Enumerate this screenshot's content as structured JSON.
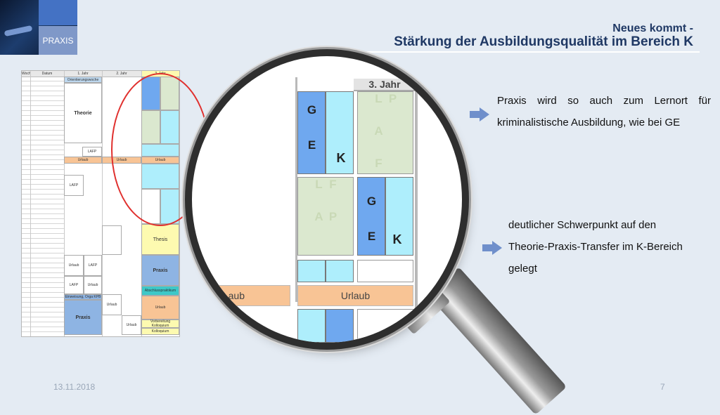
{
  "header": {
    "badge": "PRAXIS",
    "title_line1": "Neues kommt -",
    "title_line2": "Stärkung der Ausbildungsqualität im Bereich K"
  },
  "schedule": {
    "columns": [
      "Woche",
      "Datum",
      "1. Jahr",
      "2. Jahr",
      "3. Jahr"
    ],
    "labels": {
      "theorie": "Theorie",
      "orientierung": "Orientierungswoche",
      "urlaub": "Urlaub",
      "lafp": "LAFP",
      "thesis": "Thesis",
      "praxis": "Praxis",
      "abschluss": "Abschlusspraktikum",
      "einweisung": "Einweisung, Orga KPB",
      "vorbereitung": "Vorbereitung Kolloquium",
      "kolloquium": "Kolloquium"
    }
  },
  "zoom": {
    "year_header": "3. Jahr",
    "ge": "G E",
    "k": "K",
    "lafp": "L A F P",
    "urlaub": "Urlaub",
    "urlaub_partial": "aub"
  },
  "bullets": [
    {
      "line1": "Praxis wird so auch zum Lernort für",
      "line2": "kriminalistische Ausbildung, wie bei GE"
    },
    {
      "line1": "deutlicher Schwerpunkt auf den",
      "line2": "Theorie-Praxis-Transfer im K-Bereich",
      "line3": "gelegt"
    }
  ],
  "footer": {
    "date": "13.11.2018",
    "page": "7"
  },
  "colors": {
    "title": "#1f3864",
    "arrow": "#6f8fcb",
    "ge_blue": "#6fa8ef",
    "k_cyan": "#aeeefc",
    "lafp_green": "#dbe8cf",
    "urlaub_orange": "#f8c495",
    "thesis_yellow": "#fdfab0",
    "praxis_blue": "#8eb4e3",
    "abschluss_teal": "#3ec8c8"
  }
}
